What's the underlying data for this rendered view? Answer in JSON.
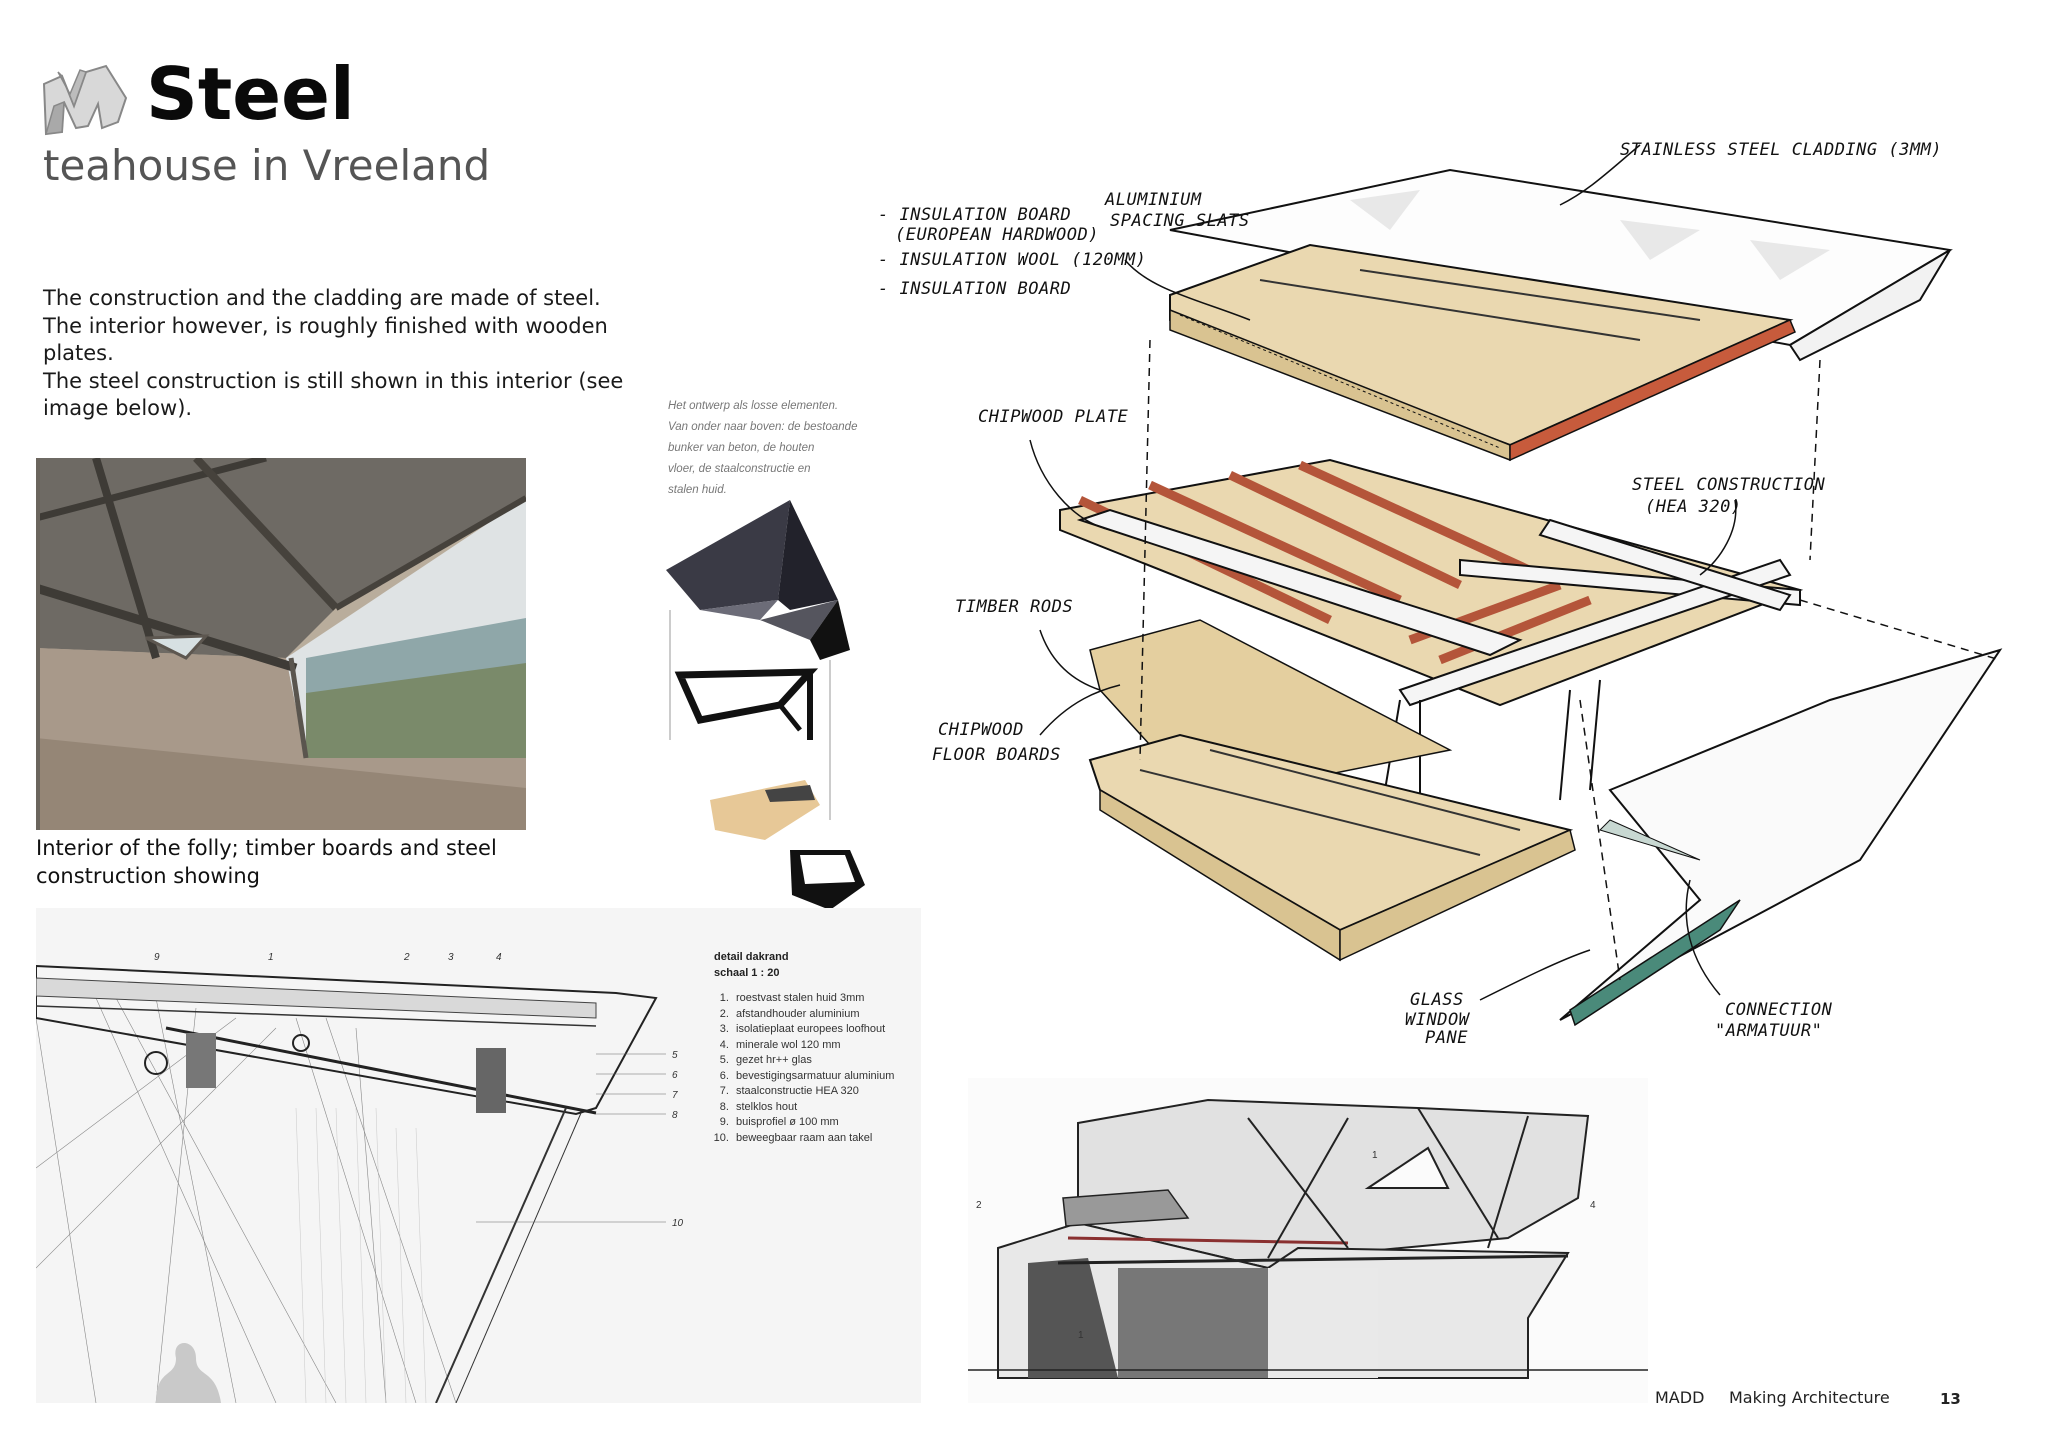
{
  "header": {
    "logo_icon": "m-logo-icon",
    "title": "Steel",
    "subtitle": "teahouse in Vreeland"
  },
  "intro": {
    "paragraphs": [
      "The construction and the cladding are made of steel.",
      "The interior however, is roughly finished with wooden plates.",
      "The steel construction is still shown in this interior (see image below)."
    ]
  },
  "photo": {
    "caption": "Interior of the folly; timber boards and steel construction showing"
  },
  "dutch_note": {
    "lines": [
      "Het ontwerp als losse elementen.",
      "Van onder naar boven: de bestoande",
      "bunker van beton, de houten",
      "vloer, de staalconstructie en",
      "stalen huid."
    ]
  },
  "detail": {
    "heading": "detail dakrand",
    "scale": "schaal 1 : 20",
    "items": [
      "roestvast stalen huid 3mm",
      "afstandhouder aluminium",
      "isolatieplaat europees loofhout",
      "minerale wol 120 mm",
      "gezet hr++ glas",
      "bevestigingsarmatuur aluminium",
      "staalconstructie HEA 320",
      "stelklos hout",
      "buisprofiel ø 100 mm",
      "beweegbaar raam aan takel"
    ],
    "callouts_top": [
      "9",
      "1",
      "2",
      "3",
      "4"
    ],
    "callouts_side": [
      "5",
      "6",
      "7",
      "8",
      "10"
    ]
  },
  "sketch_labels": {
    "stainless": "STAINLESS STEEL CLADDING (3MM)",
    "aluminium_1": "ALUMINIUM",
    "aluminium_2": "SPACING SLATS",
    "ins_board_1": "- INSULATION BOARD",
    "ins_board_2": "(EUROPEAN HARDWOOD)",
    "ins_wool": "- INSULATION WOOL (120MM)",
    "ins_board_3": "- INSULATION BOARD",
    "chipwood_plate": "CHIPWOOD PLATE",
    "steel_construction_1": "STEEL CONSTRUCTION",
    "steel_construction_2": "(HEA 320)",
    "timber_rods": "TIMBER RODS",
    "chipwood_floor_1": "CHIPWOOD",
    "chipwood_floor_2": "FLOOR BOARDS",
    "glass_1": "GLASS",
    "glass_2": "WINDOW",
    "glass_3": "PANE",
    "connection_1": "CONNECTION",
    "connection_2": "\"ARMATUUR\""
  },
  "section": {
    "callouts": [
      "2",
      "1",
      "4",
      "1"
    ]
  },
  "footer": {
    "brand": "MADD",
    "course": "Making Architecture",
    "page": "13"
  },
  "colors": {
    "wood": "#e8d7b0",
    "timber_rod": "#b4553a",
    "steel_line": "#1a1a1a",
    "glass": "#4a8a7a"
  }
}
